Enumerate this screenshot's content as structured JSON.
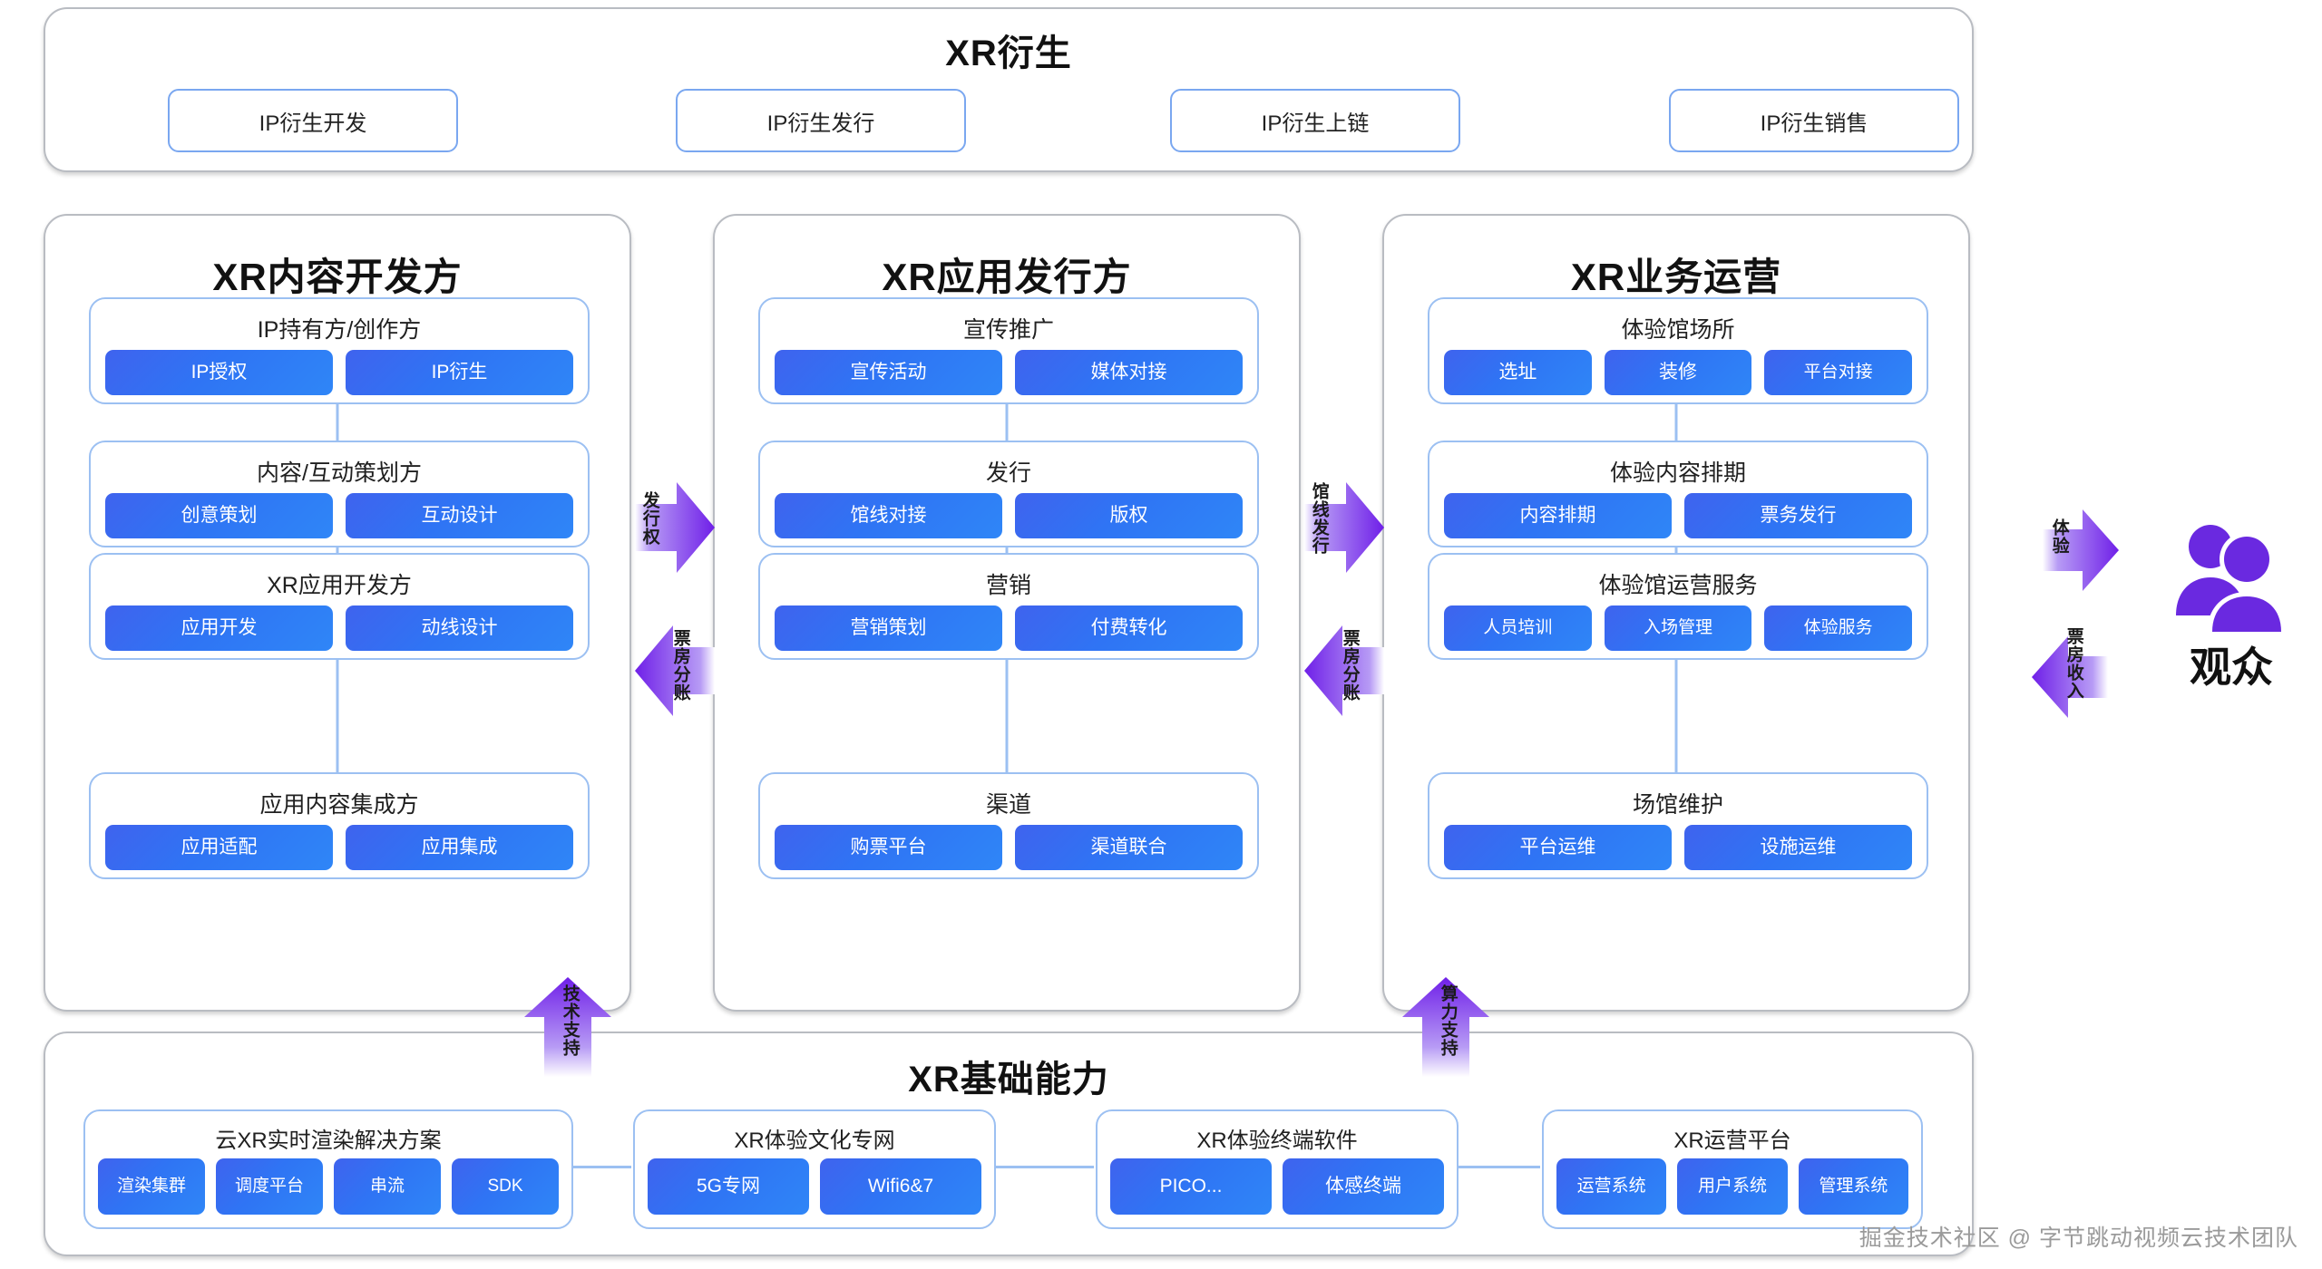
{
  "derivative": {
    "title": "XR衍生",
    "items": [
      "IP衍生开发",
      "IP衍生发行",
      "IP衍生上链",
      "IP衍生销售"
    ]
  },
  "columns": [
    {
      "title": "XR内容开发方",
      "groups": [
        {
          "title": "IP持有方/创作方",
          "chips": [
            "IP授权",
            "IP衍生"
          ]
        },
        {
          "title": "内容/互动策划方",
          "chips": [
            "创意策划",
            "互动设计"
          ]
        },
        {
          "title": "XR应用开发方",
          "chips": [
            "应用开发",
            "动线设计"
          ]
        },
        {
          "title": "应用内容集成方",
          "chips": [
            "应用适配",
            "应用集成"
          ]
        }
      ]
    },
    {
      "title": "XR应用发行方",
      "groups": [
        {
          "title": "宣传推广",
          "chips": [
            "宣传活动",
            "媒体对接"
          ]
        },
        {
          "title": "发行",
          "chips": [
            "馆线对接",
            "版权"
          ]
        },
        {
          "title": "营销",
          "chips": [
            "营销策划",
            "付费转化"
          ]
        },
        {
          "title": "渠道",
          "chips": [
            "购票平台",
            "渠道联合"
          ]
        }
      ]
    },
    {
      "title": "XR业务运营",
      "groups": [
        {
          "title": "体验馆场所",
          "chips": [
            "选址",
            "装修",
            "平台对接"
          ]
        },
        {
          "title": "体验内容排期",
          "chips": [
            "内容排期",
            "票务发行"
          ]
        },
        {
          "title": "体验馆运营服务",
          "chips": [
            "人员培训",
            "入场管理",
            "体验服务"
          ]
        },
        {
          "title": "场馆维护",
          "chips": [
            "平台运维",
            "设施运维"
          ]
        }
      ]
    }
  ],
  "foundation": {
    "title": "XR基础能力",
    "groups": [
      {
        "title": "云XR实时渲染解决方案",
        "chips": [
          "渲染集群",
          "调度平台",
          "串流",
          "SDK"
        ]
      },
      {
        "title": "XR体验文化专网",
        "chips": [
          "5G专网",
          "Wifi6&7"
        ]
      },
      {
        "title": "XR体验终端软件",
        "chips": [
          "PICO...",
          "体感终端"
        ]
      },
      {
        "title": "XR运营平台",
        "chips": [
          "运营系统",
          "用户系统",
          "管理系统"
        ]
      }
    ]
  },
  "arrows": [
    {
      "name": "arrow-publish-right",
      "label": "发行权",
      "direction": "right"
    },
    {
      "name": "arrow-boxoffice-left-1",
      "label": "票房分账",
      "direction": "left"
    },
    {
      "name": "arrow-venue-right",
      "label": "馆线发行",
      "direction": "right"
    },
    {
      "name": "arrow-boxoffice-left-2",
      "label": "票房分账",
      "direction": "left"
    },
    {
      "name": "arrow-experience-right",
      "label": "体验",
      "direction": "right"
    },
    {
      "name": "arrow-boxoffice-income-left",
      "label": "票房收入",
      "direction": "left"
    },
    {
      "name": "arrow-tech-support-up",
      "label": "技术支持",
      "direction": "up"
    },
    {
      "name": "arrow-compute-support-up",
      "label": "算力支持",
      "direction": "up"
    }
  ],
  "audience": {
    "label": "观众",
    "icon": "audience-people-icon"
  },
  "watermark": "掘金技术社区 @ 字节跳动视频云技术团队",
  "colors": {
    "chip_blue_start": "#3f63ee",
    "chip_blue_end": "#2f86f7",
    "group_border": "#9cc0f2",
    "panel_border": "#b9bcc2",
    "arrow_purple": "#7b30e8",
    "arrow_purple_light": "#9b6ef3",
    "audience_purple": "#6a29e0"
  }
}
